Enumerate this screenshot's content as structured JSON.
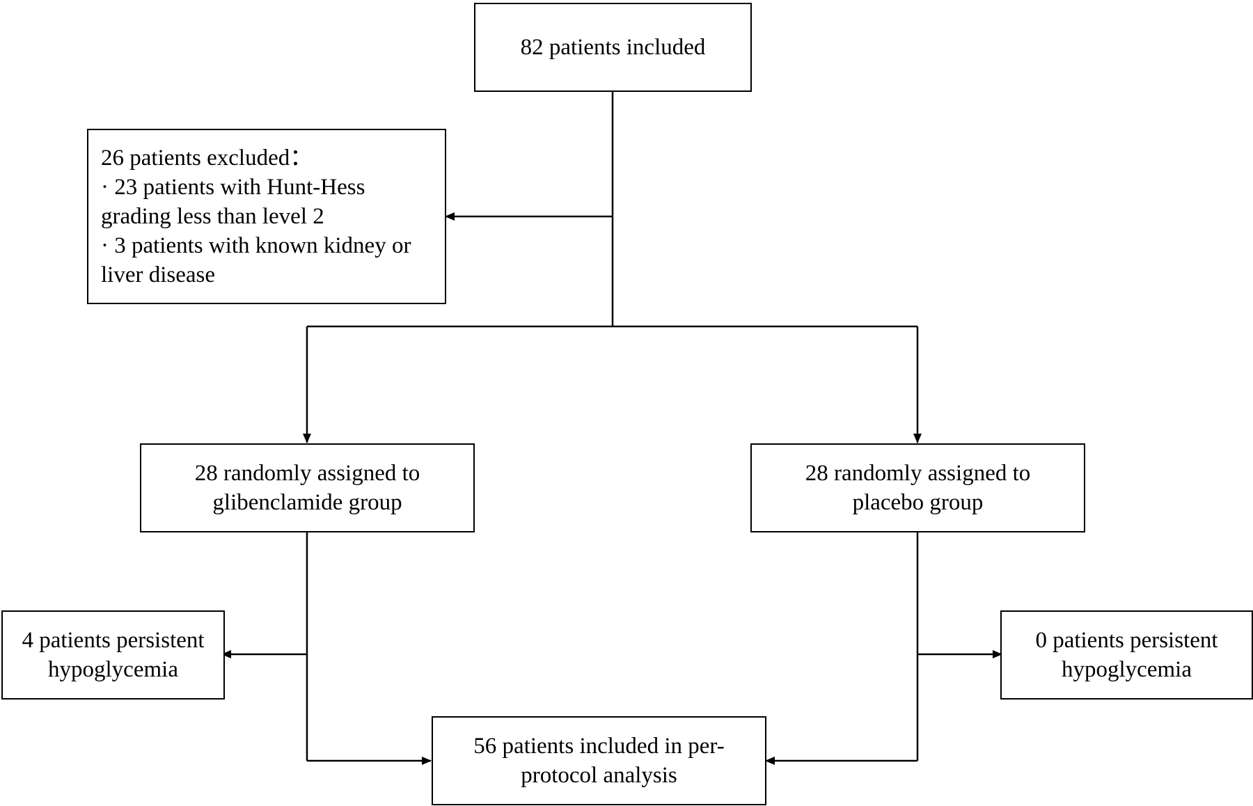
{
  "flowchart": {
    "included": {
      "lines": [
        "82 patients included"
      ]
    },
    "excluded": {
      "lines": [
        "26 patients excluded：",
        "· 23 patients with Hunt-Hess",
        "grading less than level 2",
        "· 3 patients with known kidney or",
        "liver disease"
      ]
    },
    "glibenclamide_group": {
      "lines": [
        "28 randomly assigned to",
        "glibenclamide group"
      ]
    },
    "placebo_group": {
      "lines": [
        "28 randomly assigned to",
        "placebo group"
      ]
    },
    "glibenclamide_hypoglycemia": {
      "lines": [
        "4 patients persistent",
        "hypoglycemia"
      ]
    },
    "placebo_hypoglycemia": {
      "lines": [
        "0 patients persistent",
        "hypoglycemia"
      ]
    },
    "per_protocol": {
      "lines": [
        "56 patients included in per-",
        "protocol analysis"
      ]
    }
  },
  "colors": {
    "line": "#000000",
    "box_border": "#000000",
    "background": "#ffffff"
  }
}
